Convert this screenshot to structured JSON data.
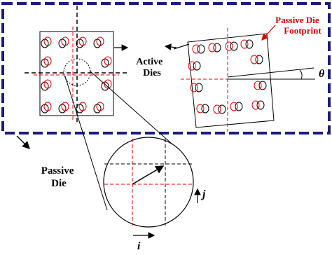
{
  "labels": {
    "active_dies": [
      "Active",
      "Dies"
    ],
    "passive_die_footprint": [
      "Passive Die",
      "Footprint"
    ],
    "passive_die": [
      "Passive",
      "Die"
    ],
    "theta": "θ",
    "axis_j": "j",
    "axis_i": "i"
  },
  "colors": {
    "boundary": "#1a1a80",
    "footprint": "#ee0000",
    "ink": "#000000",
    "label_red": "#dd0000"
  }
}
